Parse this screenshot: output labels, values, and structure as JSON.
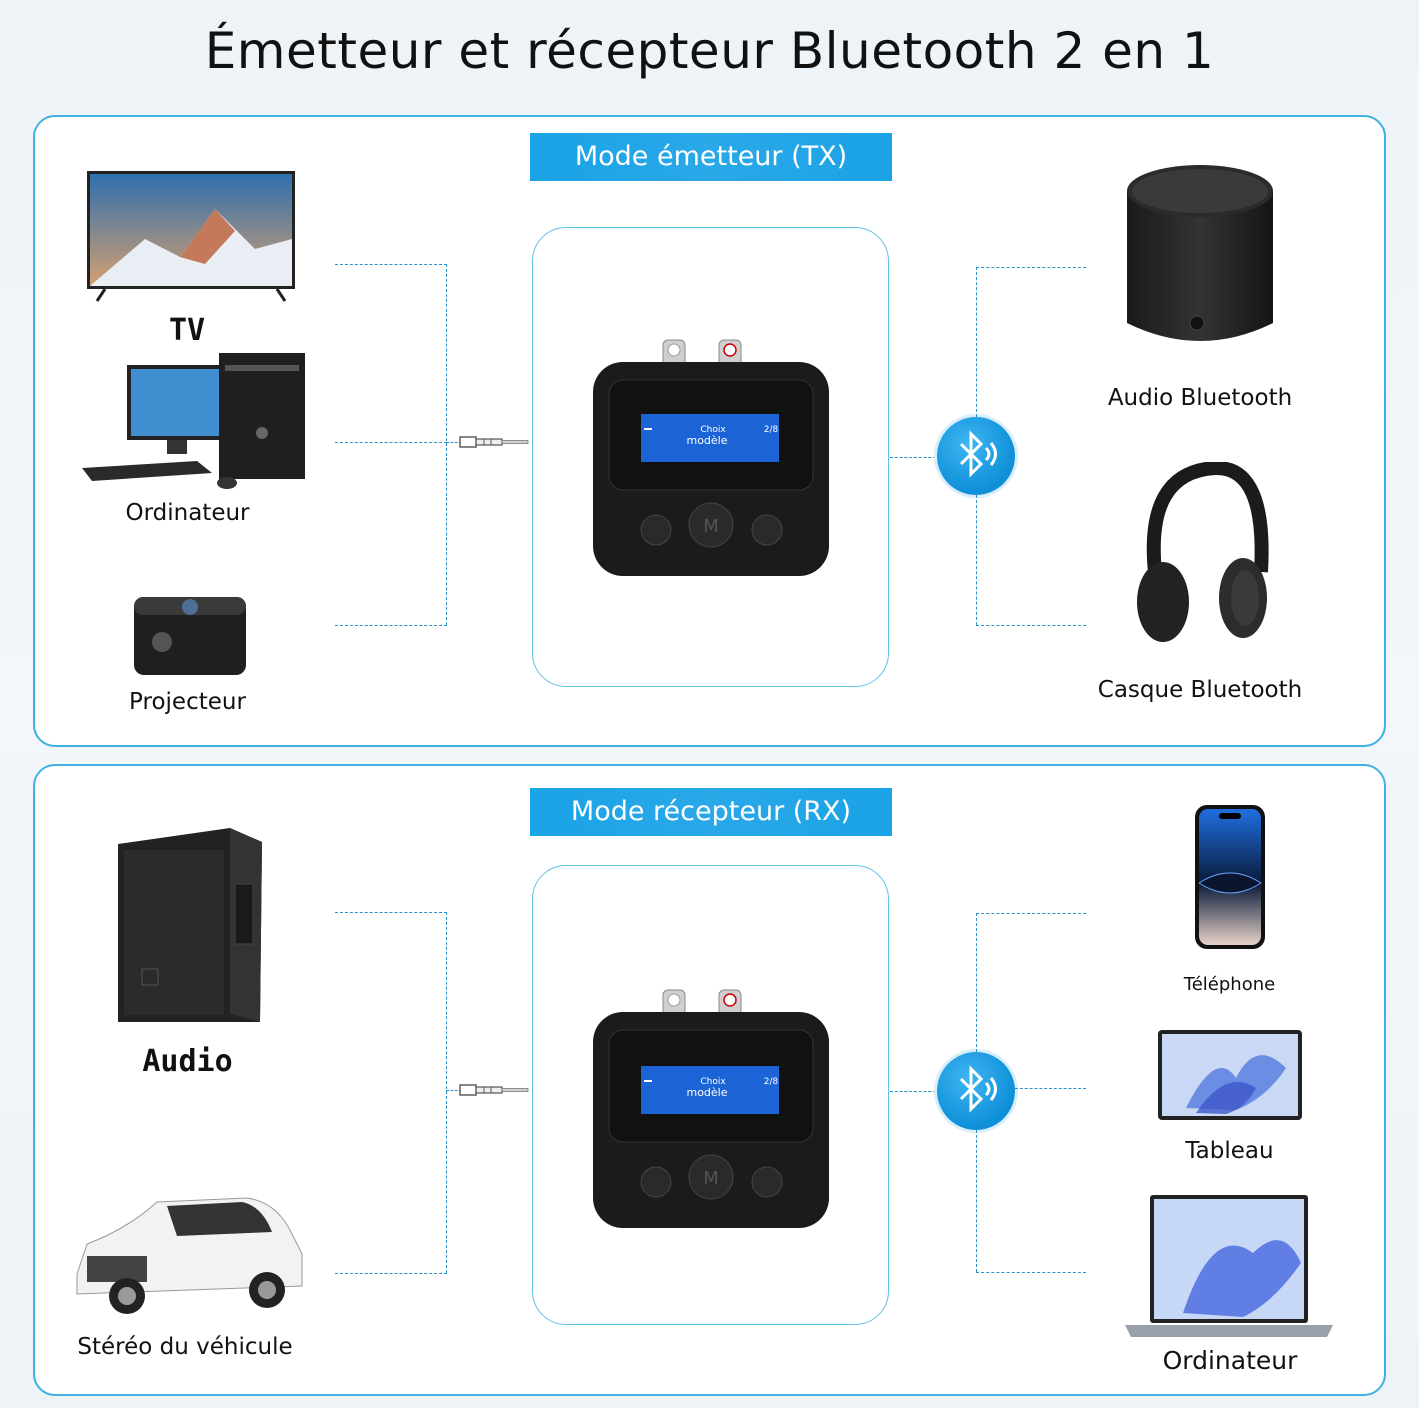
{
  "title": "Émetteur et récepteur Bluetooth 2 en 1",
  "tx": {
    "mode": "Mode émetteur (TX)",
    "sources": [
      "TV",
      "Ordinateur",
      "Projecteur"
    ],
    "outputs": [
      "Audio Bluetooth",
      "Casque Bluetooth"
    ],
    "screen": {
      "line1": "Choix",
      "line2": "modèle",
      "counter": "2/8"
    },
    "button_center": "M"
  },
  "rx": {
    "mode": "Mode récepteur (RX)",
    "outputs": [
      "Audio",
      "Stéréo du véhicule"
    ],
    "sources": [
      "Téléphone",
      "Tableau",
      "Ordinateur"
    ],
    "screen": {
      "line1": "Choix",
      "line2": "modèle",
      "counter": "2/8"
    },
    "button_center": "M"
  },
  "colors": {
    "accent": "#1aa3e6",
    "border": "#3fb0df",
    "dash": "#2b91c9"
  }
}
